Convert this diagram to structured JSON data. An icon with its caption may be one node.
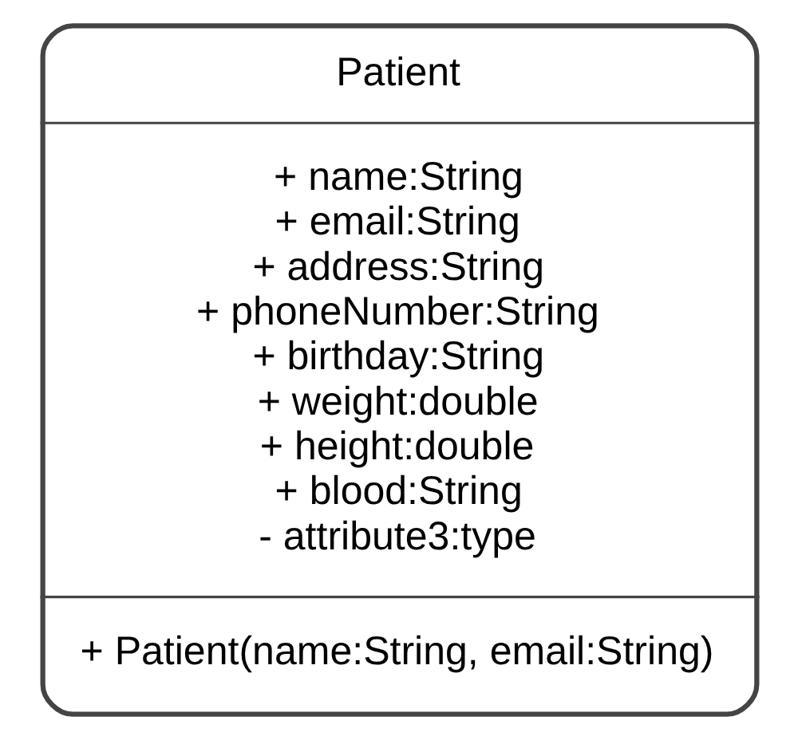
{
  "diagram": {
    "nodes": [
      {
        "text": [
          "Patient",
          "+ name:String",
          "+ email:String",
          "+ address:String",
          "+ phoneNumber:String",
          "+ birthday:String",
          "+ weight:double",
          "+ height:double",
          "+ blood:String",
          "- attribute3:type",
          "+ Patient(name:String, email:String)"
        ]
      }
    ],
    "edges": []
  }
}
